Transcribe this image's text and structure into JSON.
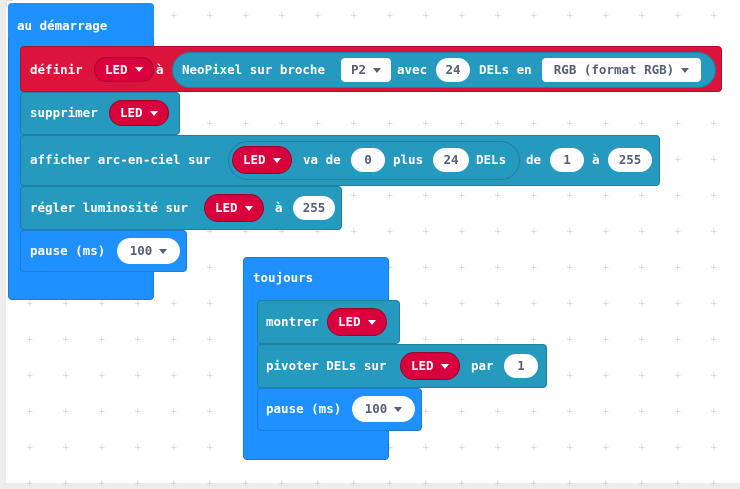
{
  "on_start": {
    "label": "au démarrage",
    "set": {
      "verb": "définir",
      "variable": "LED",
      "to": "à",
      "neopixel_label": "NeoPixel sur broche",
      "pin": "P2",
      "with_label": "avec",
      "count": "24",
      "leds_in_label": "DELs en",
      "mode": "RGB (format RGB)"
    },
    "clear": {
      "label": "supprimer",
      "variable": "LED"
    },
    "rainbow": {
      "label": "afficher arc-en-ciel sur",
      "variable": "LED",
      "range_from_label": "va de",
      "range_from": "0",
      "range_plus_label": "plus",
      "range_count": "24",
      "range_unit": "DELs",
      "from_label": "de",
      "from": "1",
      "to_label": "à",
      "to": "255"
    },
    "brightness": {
      "label": "régler luminosité sur",
      "variable": "LED",
      "to_label": "à",
      "value": "255"
    },
    "pause": {
      "label": "pause (ms)",
      "value": "100"
    }
  },
  "forever": {
    "label": "toujours",
    "show": {
      "label": "montrer",
      "variable": "LED"
    },
    "rotate": {
      "label": "pivoter DELs sur",
      "variable": "LED",
      "by_label": "par",
      "value": "1"
    },
    "pause": {
      "label": "pause (ms)",
      "value": "100"
    }
  },
  "colors": {
    "basic_blue": "#1e90ff",
    "neopixel_teal": "#2699bf",
    "variables_red": "#dc143c",
    "workspace": "#ffffff"
  }
}
